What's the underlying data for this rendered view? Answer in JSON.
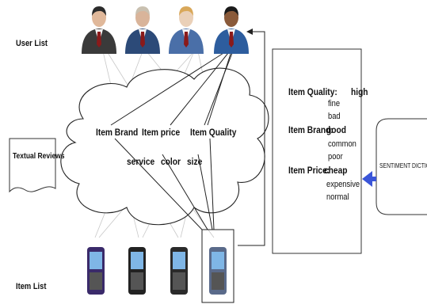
{
  "labels": {
    "user_list": "User List",
    "item_list": "Item List",
    "textual_reviews": "Textual Reviews",
    "sentiment_dictionary": "SENTIMENT DICTIONARY"
  },
  "cloud": {
    "item_brand": "Item Brand",
    "item_price": "Item price",
    "item_quality": "Item Quality",
    "service": "service",
    "color": "color",
    "size": "size"
  },
  "dictionary": {
    "quality_label": "Item Quality:",
    "quality_pos": "high",
    "quality_mid": "fine",
    "quality_neg": "bad",
    "brand_label": "Item Brand:",
    "brand_pos": "good",
    "brand_mid": "common",
    "brand_neg": "poor",
    "price_label": "Item Price:",
    "price_pos": "cheap",
    "price_mid": "expensive",
    "price_neg": "normal"
  },
  "users": [
    {
      "name": "user-1",
      "shirt": "#3a3a3a",
      "skin": "#e0b89a",
      "hair": "#2b2b2b"
    },
    {
      "name": "user-2",
      "shirt": "#2c4a78",
      "skin": "#d9b49a",
      "hair": "#c9c0b0"
    },
    {
      "name": "user-3",
      "shirt": "#4a6fa8",
      "skin": "#ead0b8",
      "hair": "#d9a85a"
    },
    {
      "name": "user-4",
      "shirt": "#2d5d9e",
      "skin": "#8a5a3a",
      "hair": "#1a1a1a"
    }
  ],
  "phones": [
    {
      "name": "phone-1",
      "body": "#3a2a6a"
    },
    {
      "name": "phone-2",
      "body": "#222"
    },
    {
      "name": "phone-3",
      "body": "#2a2a2a"
    },
    {
      "name": "phone-4",
      "body": "#5a6a8a"
    }
  ]
}
